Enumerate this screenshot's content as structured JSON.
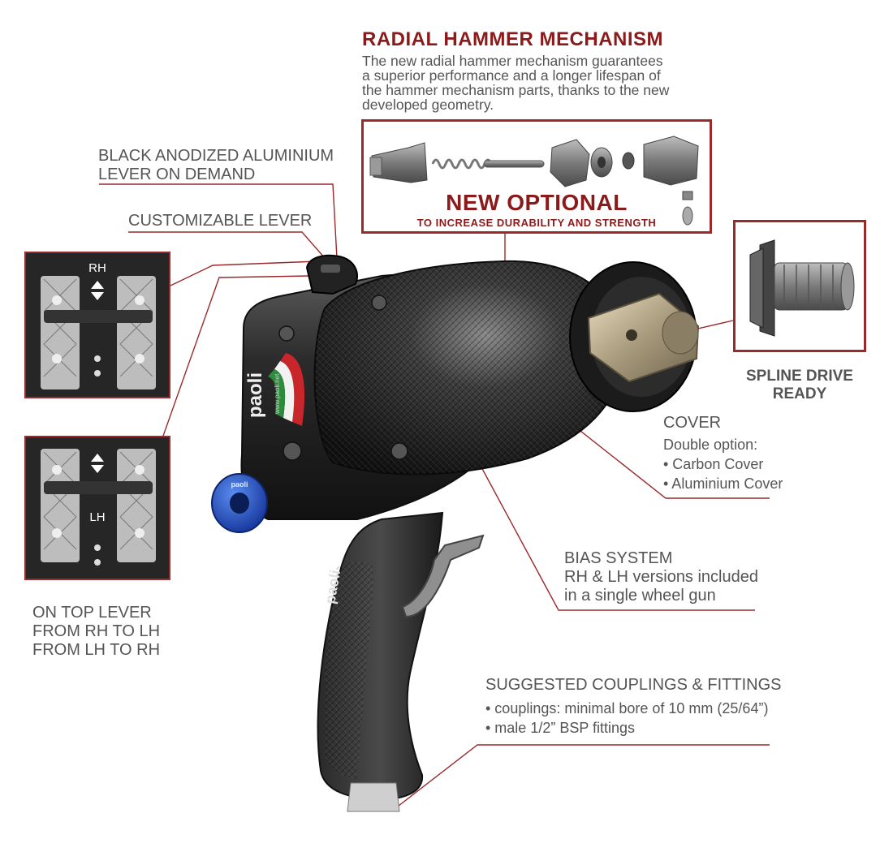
{
  "radial_hammer": {
    "title": "RADIAL HAMMER MECHANISM",
    "description_lines": [
      "The new radial hammer mechanism guarantees",
      "a superior performance and a longer lifespan of",
      "the hammer mechanism parts, thanks to the new",
      "developed geometry."
    ],
    "optional_title": "NEW OPTIONAL",
    "optional_subtitle": "TO INCREASE DURABILITY AND STRENGTH"
  },
  "lever_black": {
    "line1": "BLACK ANODIZED ALUMINIUM",
    "line2": "LEVER ON DEMAND"
  },
  "lever_custom": {
    "label": "CUSTOMIZABLE LEVER"
  },
  "lever_panels": {
    "rh_label": "RH",
    "lh_label": "LH"
  },
  "on_top_lever": {
    "line1": "ON TOP LEVER",
    "line2": "FROM RH TO LH",
    "line3": "FROM LH TO RH"
  },
  "spline": {
    "line1": "SPLINE DRIVE",
    "line2": "READY"
  },
  "cover": {
    "title": "COVER",
    "subtitle": "Double option:",
    "items": [
      "• Carbon Cover",
      "• Aluminium Cover"
    ]
  },
  "bias": {
    "line1": "BIAS SYSTEM",
    "line2": "RH & LH versions included",
    "line3": "in a single wheel gun"
  },
  "couplings": {
    "title": "SUGGESTED COUPLINGS & FITTINGS",
    "items": [
      "• couplings: minimal bore of 10 mm (25/64”)",
      "• male 1/2” BSP fittings"
    ]
  },
  "brand": {
    "name": "paoli",
    "website": "www.paoli.net",
    "knob_text": "paoli"
  },
  "colors": {
    "accent_red": "#9b2a2a",
    "title_red": "#8b1a1a",
    "text_grey": "#555555",
    "knob_blue": "#1f4fb5"
  }
}
